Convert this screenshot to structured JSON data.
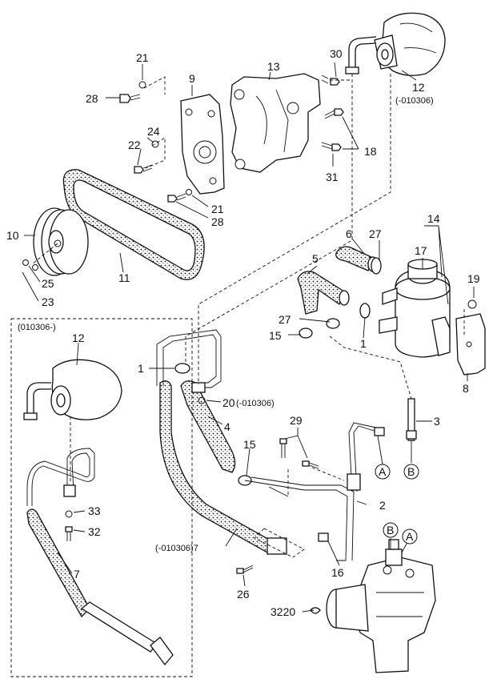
{
  "diagram": {
    "labels": {
      "l21a": "21",
      "l30": "30",
      "l13": "13",
      "l9": "9",
      "l28a": "28",
      "l12": "12",
      "l12note": "(-010306)",
      "l24": "24",
      "l22": "22",
      "l18": "18",
      "l31": "31",
      "l21b": "21",
      "l28b": "28",
      "l14": "14",
      "l6": "6",
      "l27a": "27",
      "l17": "17",
      "l10": "10",
      "l5": "5",
      "l19": "19",
      "l25": "25",
      "l11": "11",
      "l23": "23",
      "l27b": "27",
      "l15a": "15",
      "l1a": "1",
      "l8": "8",
      "l1b": "1",
      "l20": "20",
      "l20note": "(-010306)",
      "l4": "4",
      "l3": "3",
      "l29": "29",
      "l15b": "15",
      "l2": "2",
      "l7b": "(-010306)7",
      "l16": "16",
      "l26": "26",
      "l3220": "3220",
      "lA1": "A",
      "lB1": "B",
      "lB2": "B",
      "lA2": "A",
      "inset_title": "(010306-)",
      "i12": "12",
      "i33": "33",
      "i32": "32",
      "i7": "7"
    }
  }
}
